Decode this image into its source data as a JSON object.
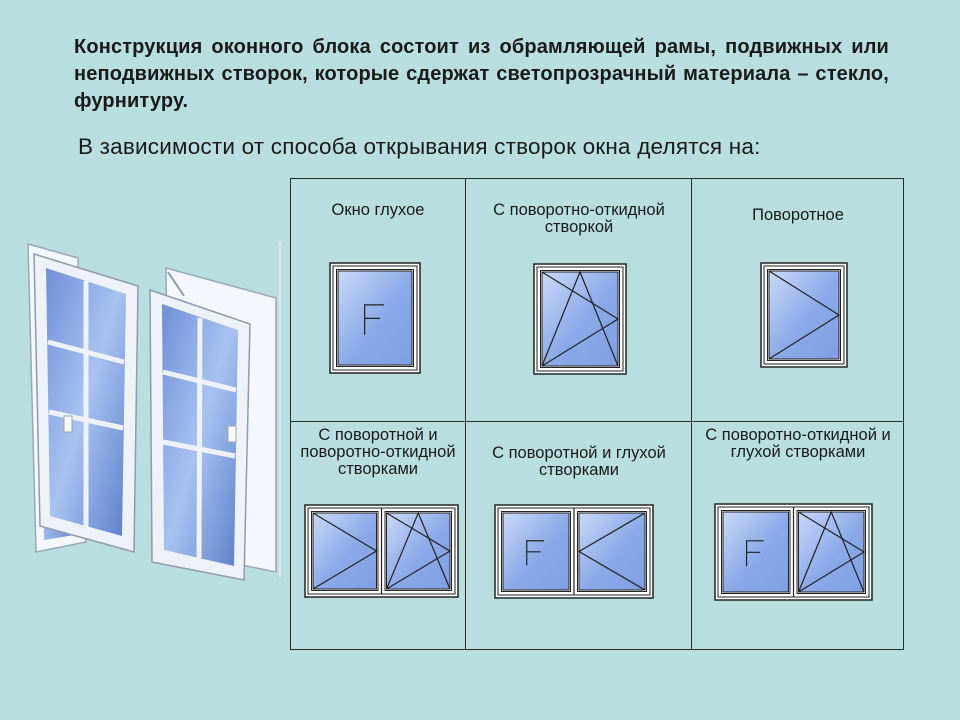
{
  "intro_text": "Конструкция оконного блока состоит из обрамляющей рамы, подвижных или неподвижных створок, которые сдержат светопрозрачный материала – стекло, фурнитуру.",
  "subtitle": "В зависимости от способа открывания створок окна делятся на:",
  "photo": {
    "icon": "pvc-window-photo"
  },
  "colors": {
    "background": "#b8dee0",
    "glass": "#8aa9e8",
    "glass_light": "#c9d8f8",
    "frame": "#ffffff",
    "line": "#222222"
  },
  "cells": [
    {
      "label": "Окно глухое",
      "sashes": [
        "fixed"
      ]
    },
    {
      "label": "С поворотно-откидной створкой",
      "sashes": [
        "tilt-turn"
      ]
    },
    {
      "label": "Поворотное",
      "sashes": [
        "turn-right"
      ]
    },
    {
      "label": "С поворотной и поворотно-откидной створками",
      "sashes": [
        "turn-right",
        "tilt-turn"
      ]
    },
    {
      "label": "С поворотной и глухой створками",
      "sashes": [
        "fixed",
        "turn-left"
      ]
    },
    {
      "label": "С поворотно-откидной и глухой створками",
      "sashes": [
        "fixed",
        "tilt-turn"
      ]
    }
  ]
}
